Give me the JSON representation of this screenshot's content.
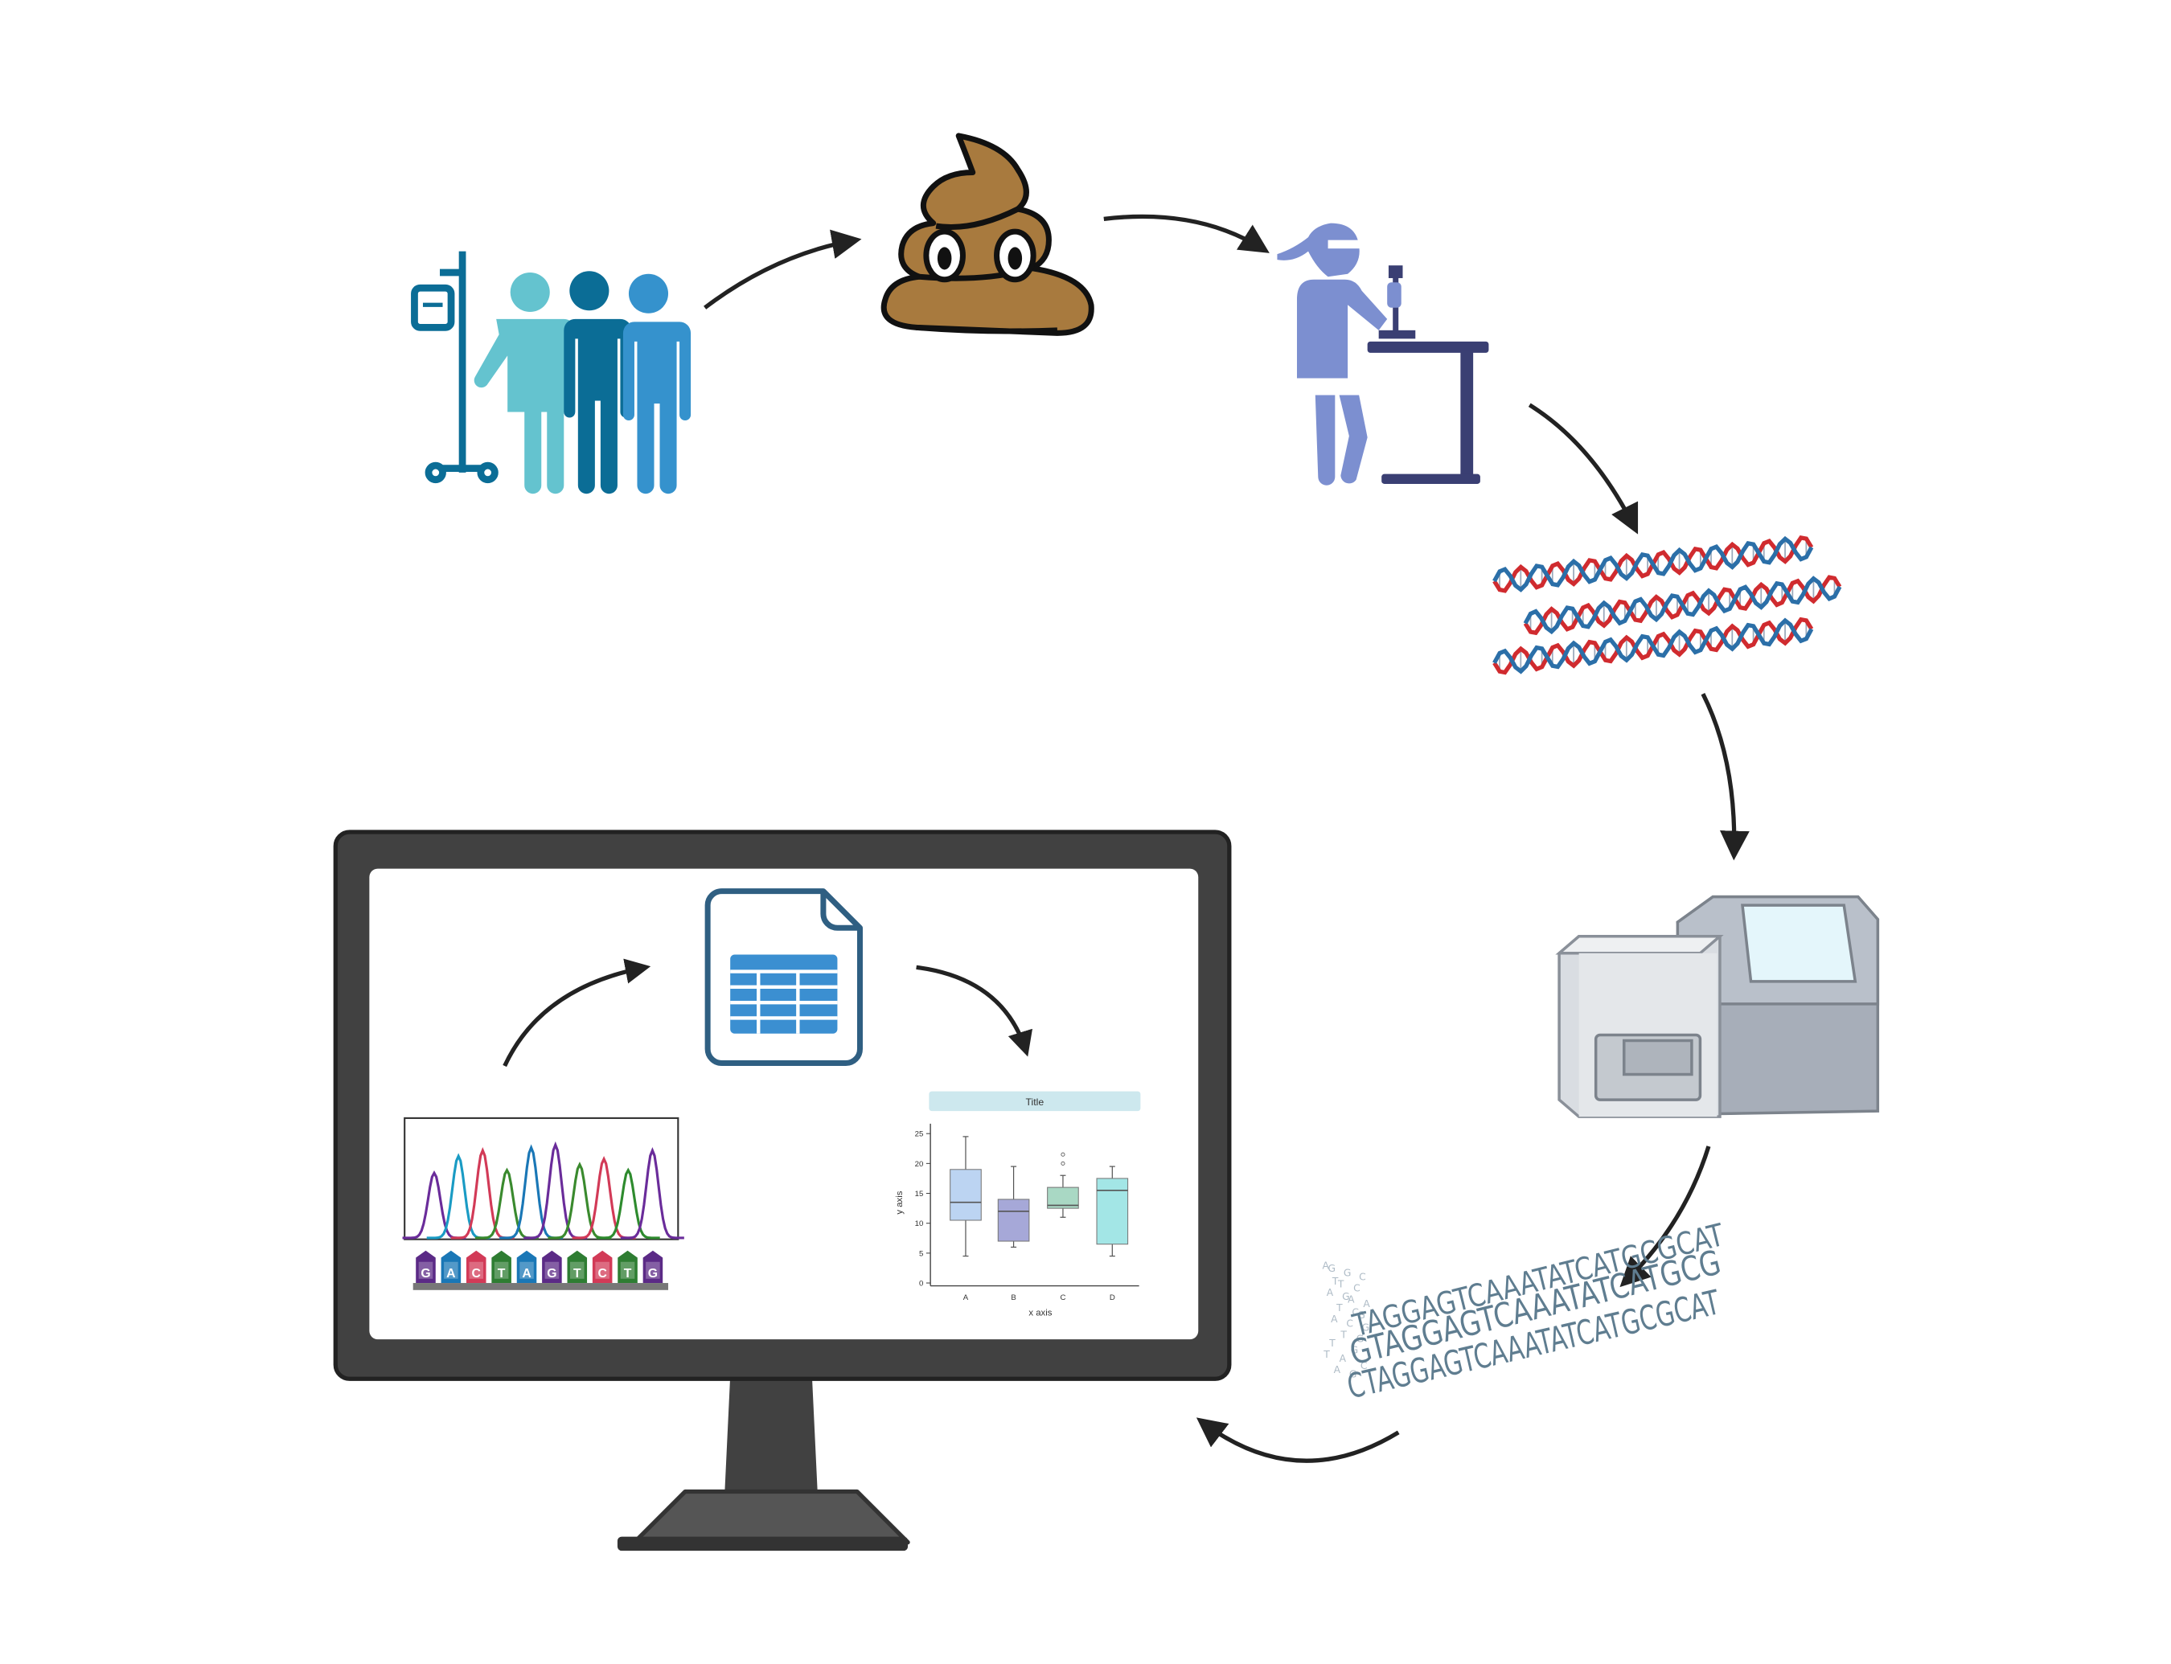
{
  "colors": {
    "arrow": "#222222",
    "patients_light": "#64c3cf",
    "patients_dark": "#0b6d96",
    "patients_mid": "#3592cd",
    "stool": "#a87a3e",
    "scientist": "#7c8fd0",
    "bench": "#3a3f73",
    "dna_red": "#d02b2f",
    "dna_blue": "#2b6fa8",
    "sequencer": "#b3bac4",
    "monitor_frame": "#414141",
    "spreadsheet": "#3b8fd1",
    "read_text": "#5f7d90"
  },
  "icons": {
    "patients": "patients-iv-pole-icon",
    "stool": "stool-sample-icon",
    "scientist": "lab-scientist-pipette-icon",
    "dna": "dna-strands-icon",
    "sequencer": "sequencing-machine-icon",
    "reads": "sequence-reads-icon",
    "monitor": "computer-monitor-icon",
    "chromatogram": "chromatogram-icon",
    "spreadsheet": "spreadsheet-file-icon",
    "boxplot": "boxplot-chart-icon"
  },
  "chromatogram": {
    "bases": [
      "G",
      "A",
      "C",
      "T",
      "A",
      "G",
      "T",
      "C",
      "T",
      "G"
    ]
  },
  "sequence_reads": {
    "lines": [
      "TAGGAGTCAAATATCATGCGCAT",
      "GTAGGAGTCAAATATCATGCG",
      "CTAGGAGTCAAATATCATGCGCAT"
    ]
  },
  "boxplot": {
    "title": "Title",
    "xlabel": "x axis",
    "ylabel": "y axis",
    "categories": [
      "A",
      "B",
      "C",
      "D"
    ],
    "yticks": [
      "0",
      "5",
      "10",
      "15",
      "20",
      "25"
    ],
    "colors": [
      "#bcd4f2",
      "#a6a8d8",
      "#a9d8c4",
      "#a3e6e6"
    ],
    "chart_data": {
      "type": "boxplot",
      "title": "Title",
      "xlabel": "x axis",
      "ylabel": "y axis",
      "ylim": [
        0,
        25
      ],
      "categories": [
        "A",
        "B",
        "C",
        "D"
      ],
      "boxes": [
        {
          "name": "A",
          "min": 4.5,
          "q1": 10.5,
          "median": 13.5,
          "q3": 19,
          "max": 24.5
        },
        {
          "name": "B",
          "min": 6,
          "q1": 7,
          "median": 12,
          "q3": 14,
          "max": 19.5
        },
        {
          "name": "C",
          "min": 11,
          "q1": 12.5,
          "median": 13,
          "q3": 16,
          "max": 18,
          "outliers": [
            20,
            21.5
          ]
        },
        {
          "name": "D",
          "min": 4.5,
          "q1": 6.5,
          "median": 15.5,
          "q3": 17.5,
          "max": 19.5
        }
      ]
    }
  }
}
